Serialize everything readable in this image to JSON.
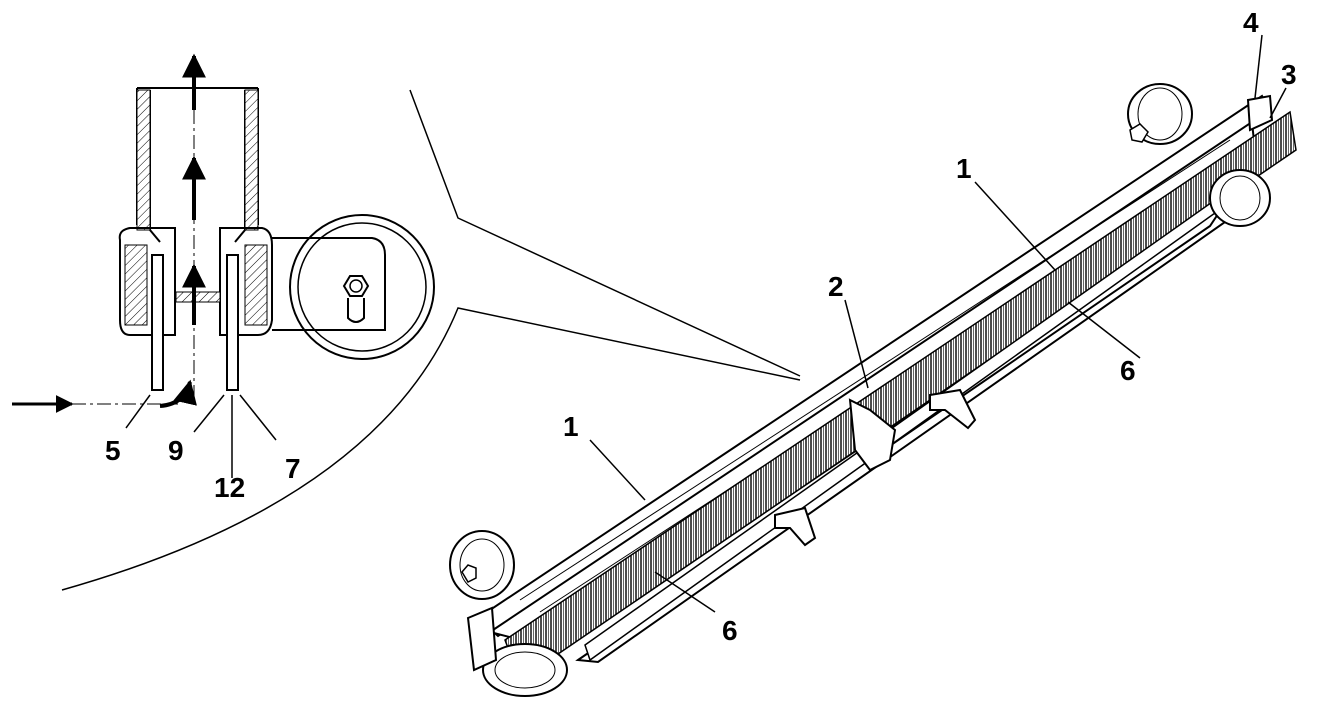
{
  "labels": {
    "l1_top": "1",
    "l1_left": "1",
    "l2": "2",
    "l3": "3",
    "l4": "4",
    "l5": "5",
    "l6_right": "6",
    "l6_bottom": "6",
    "l7": "7",
    "l9": "9",
    "l12": "12"
  }
}
